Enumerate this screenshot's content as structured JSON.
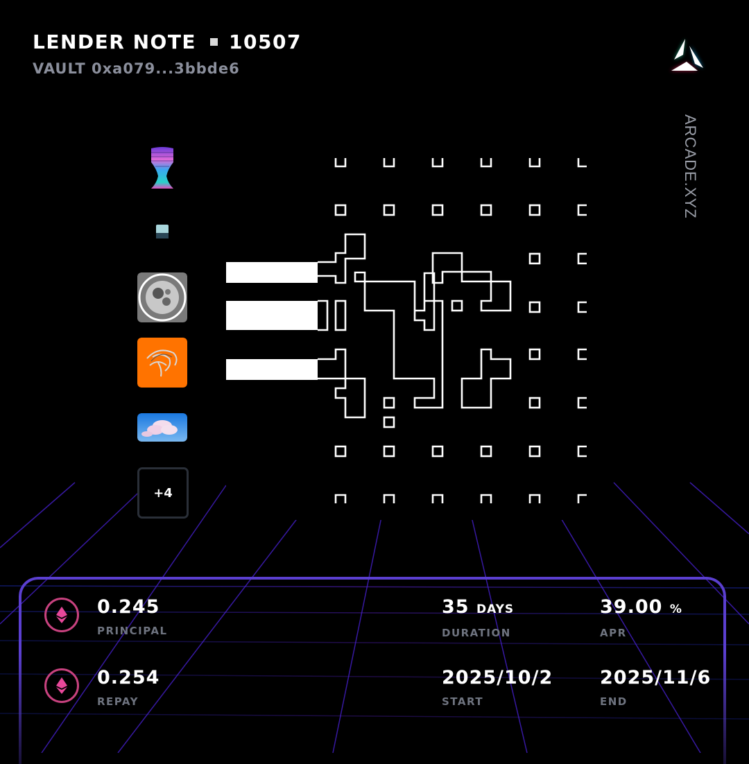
{
  "header": {
    "title": "LENDER NOTE",
    "note_id": "10507",
    "vault": "VAULT 0xa079...3bbde6"
  },
  "brand": {
    "logo_icon": "arcade-triangle-logo-icon",
    "name": "ARCADE.XYZ"
  },
  "collateral": {
    "items": [
      {
        "name": "wave-vase-nft",
        "colors": [
          "#3aa0ff",
          "#e060d0"
        ]
      },
      {
        "name": "cube-nft",
        "colors": [
          "#9fd0d8",
          "#2a4a58"
        ]
      },
      {
        "name": "moon-nft",
        "colors": [
          "#8a8a8a",
          "#ffffff"
        ]
      },
      {
        "name": "orange-creature-nft",
        "colors": [
          "#ff7a00",
          "#c0c0c0"
        ]
      },
      {
        "name": "clouds-nft",
        "colors": [
          "#2a86e8",
          "#f0d4e8"
        ]
      }
    ],
    "more_label": "+4"
  },
  "stats": {
    "principal": {
      "value": "0.245",
      "label": "PRINCIPAL",
      "icon": "ethereum-icon"
    },
    "repay": {
      "value": "0.254",
      "label": "REPAY",
      "icon": "ethereum-icon"
    },
    "duration": {
      "value": "35",
      "unit": "DAYS",
      "label": "DURATION"
    },
    "apr": {
      "value": "39.00",
      "unit": "%",
      "label": "APR"
    },
    "start": {
      "value": "2025/10/2",
      "label": "START"
    },
    "end": {
      "value": "2025/11/6",
      "label": "END"
    }
  },
  "colors": {
    "accent_purple": "#5b3fd0",
    "eth_pink": "#e8489a",
    "label_gray": "#6f7480",
    "vault_gray": "#8b8f9c"
  }
}
